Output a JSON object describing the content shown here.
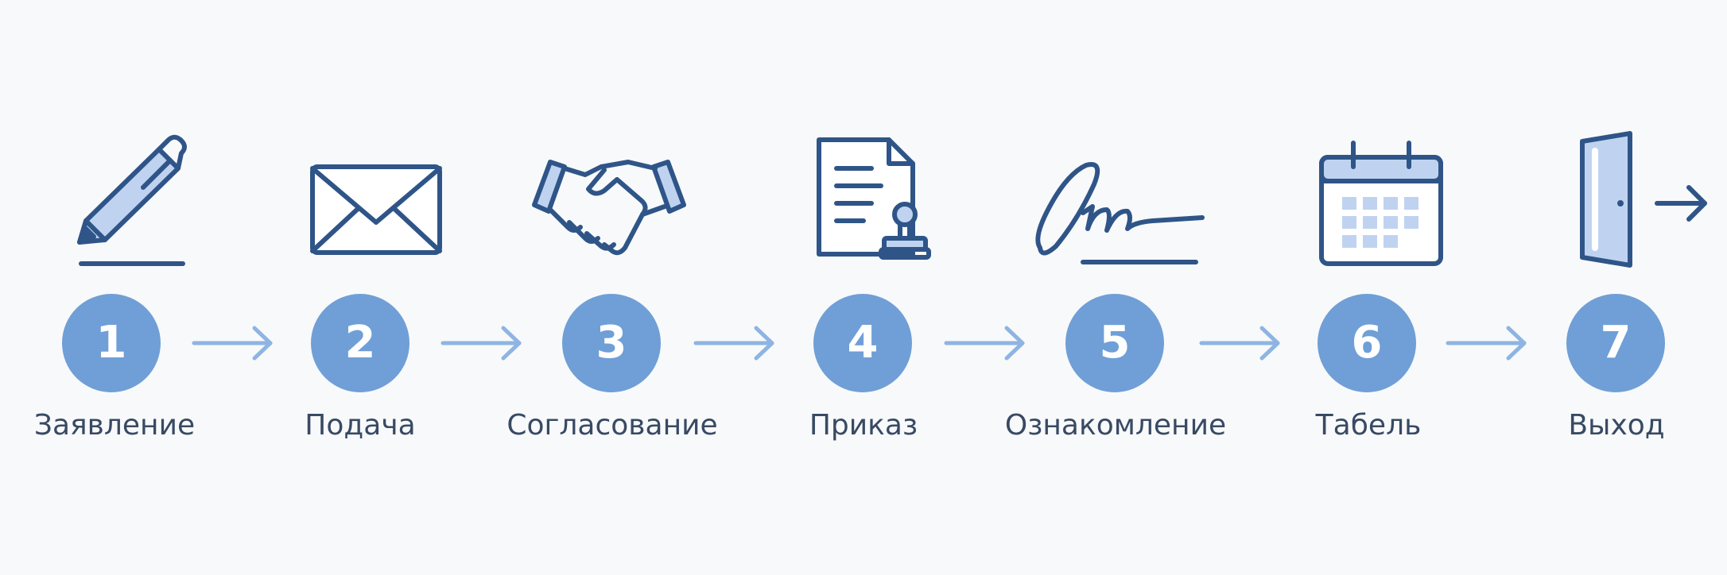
{
  "steps": [
    {
      "number": "1",
      "label": "Заявление",
      "icon": "pen-icon"
    },
    {
      "number": "2",
      "label": "Подача",
      "icon": "envelope-icon"
    },
    {
      "number": "3",
      "label": "Согласование",
      "icon": "handshake-icon"
    },
    {
      "number": "4",
      "label": "Приказ",
      "icon": "document-stamp-icon"
    },
    {
      "number": "5",
      "label": "Ознакомление",
      "icon": "signature-icon"
    },
    {
      "number": "6",
      "label": "Табель",
      "icon": "calendar-icon"
    },
    {
      "number": "7",
      "label": "Выход",
      "icon": "exit-door-icon"
    }
  ],
  "colors": {
    "background": "#f8f9fb",
    "circle": "#6f9fd6",
    "icon_stroke": "#2f5588",
    "icon_fill": "#bfd3f1",
    "arrow": "#8eb4e2",
    "label": "#384a63"
  }
}
